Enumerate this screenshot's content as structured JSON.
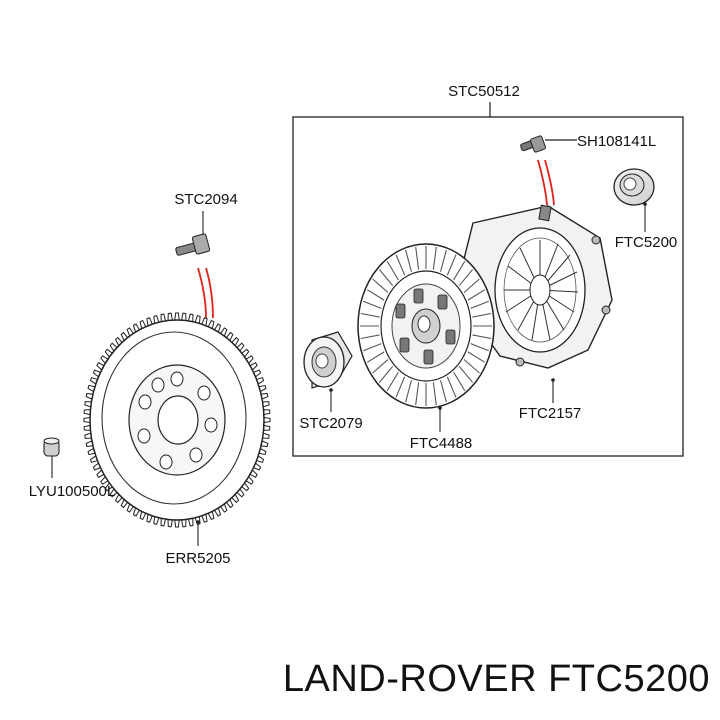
{
  "diagram": {
    "labels": {
      "kit": "STC50512",
      "bolt_small": "SH108141L",
      "release_bearing": "FTC5200",
      "pressure_plate": "FTC2157",
      "clutch_disc": "FTC4488",
      "pilot_bearing": "STC2079",
      "flywheel_bolt": "STC2094",
      "dowel": "LYU100500L",
      "flywheel": "ERR5205"
    },
    "accent_color": "#e2231a"
  },
  "footer": {
    "brand": "LAND-ROVER",
    "part_number": "FTC5200"
  }
}
